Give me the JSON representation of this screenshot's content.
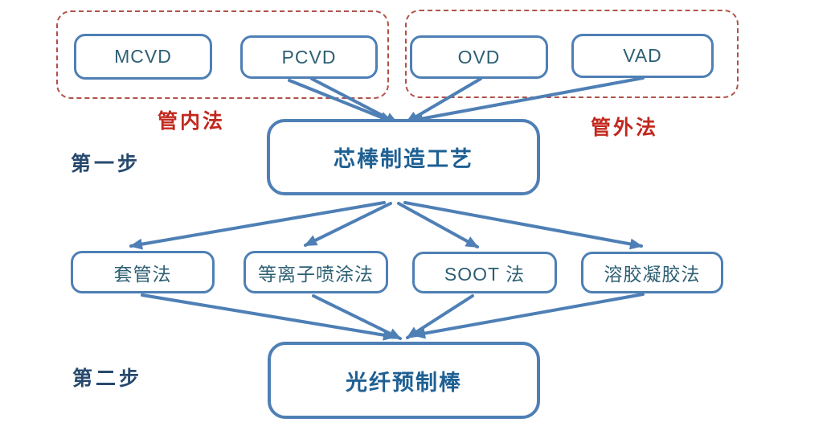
{
  "colors": {
    "background": "#ffffff",
    "node_border": "#4e7fb5",
    "arrow": "#4e7fb5",
    "node_text": "#2d5f73",
    "heading_text": "#1e6093",
    "step_text": "#27496d",
    "group_label_text": "#c2281e",
    "group_border": "#b0524a"
  },
  "steps": {
    "step1": "第一步",
    "step2": "第二步"
  },
  "groups": {
    "in_tube": "管内法",
    "out_tube": "管外法"
  },
  "nodes": {
    "mcvd": "MCVD",
    "pcvd": "PCVD",
    "ovd": "OVD",
    "vad": "VAD",
    "core_rod": "芯棒制造工艺",
    "sleeve": "套管法",
    "plasma_spray": "等离子喷涂法",
    "soot": "SOOT 法",
    "sol_gel": "溶胶凝胶法",
    "preform": "光纤预制棒"
  }
}
